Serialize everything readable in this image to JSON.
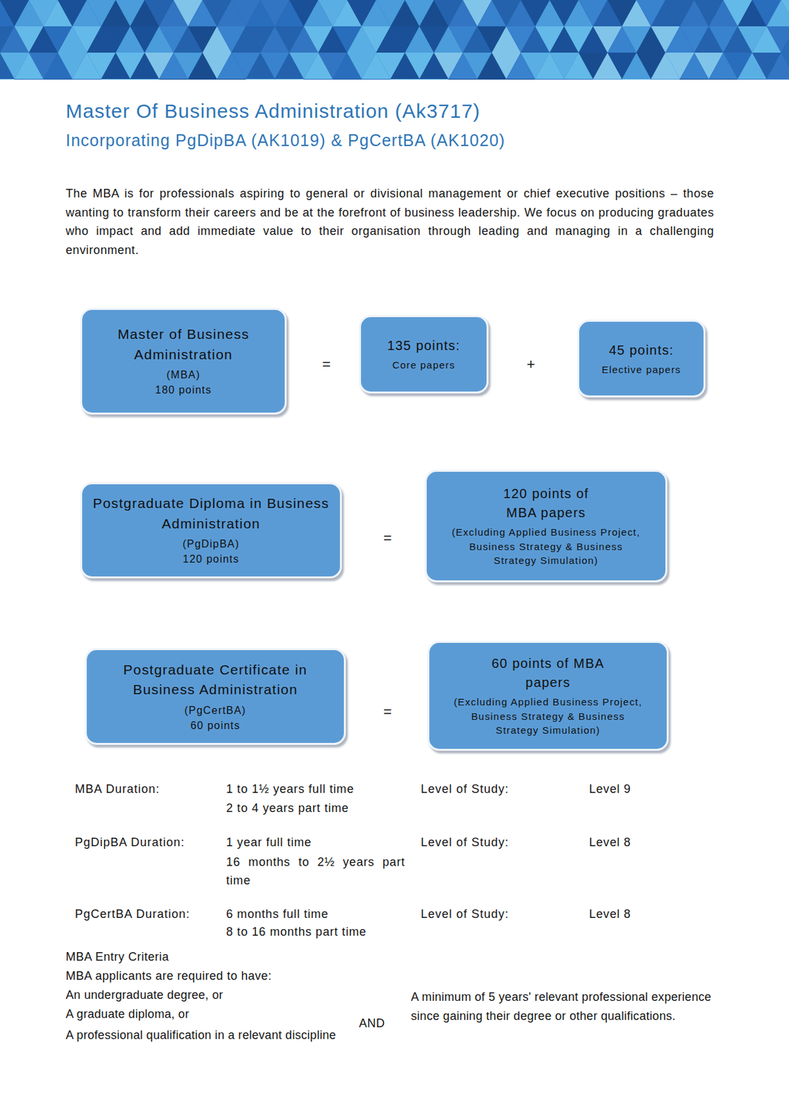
{
  "diagram": {
    "title": "Master Of Business Administration (Ak3717)",
    "nodes": [
      {
        "text": [
          "Master of Business Administration",
          "(MBA)",
          "180 points"
        ]
      },
      {
        "text": [
          "135 points:",
          "Core papers"
        ]
      },
      {
        "text": [
          "45 points:",
          "Elective papers"
        ]
      },
      {
        "text": [
          "Postgraduate Diploma in Business Administration",
          "(PgDipBA)",
          "120 points"
        ]
      },
      {
        "text": [
          "120 points of MBA papers",
          "(Excluding Applied Business Project, Business Strategy & Business Strategy Simulation)"
        ]
      },
      {
        "text": [
          "Postgraduate Certificate in Business Administration",
          "(PgCertBA)",
          "60 points"
        ]
      },
      {
        "text": [
          "60 points of MBA papers",
          "(Excluding Applied Business Project, Business Strategy & Business Strategy Simulation)"
        ]
      }
    ],
    "labels": [
      "Incorporating PgDipBA (AK1019) & PgCertBA (AK1020)",
      "The MBA is for professionals aspiring to general or divisional management or chief executive positions – those wanting to transform their careers and be at the forefront of business leadership. We focus on producing graduates who impact and add immediate value to their organisation through leading and managing in a challenging environment.",
      "=",
      "+",
      "=",
      "=",
      "MBA Duration:",
      "1 to 1½ years full time",
      "2 to 4 years part time",
      "Level of Study:",
      "Level 9",
      "PgDipBA Duration:",
      "1 year full time",
      "16 months to 2½ years part time",
      "Level of Study:",
      "Level 8",
      "PgCertBA Duration:",
      "6 months full time",
      "8 to 16 months part time",
      "Level of Study:",
      "Level 8",
      "MBA Entry Criteria",
      "MBA applicants are required to have:",
      "An undergraduate degree, or",
      "A graduate diploma, or",
      "A professional qualification in a relevant discipline",
      "AND",
      "A minimum of 5 years' relevant professional experience since gaining their degree or other qualifications."
    ]
  }
}
